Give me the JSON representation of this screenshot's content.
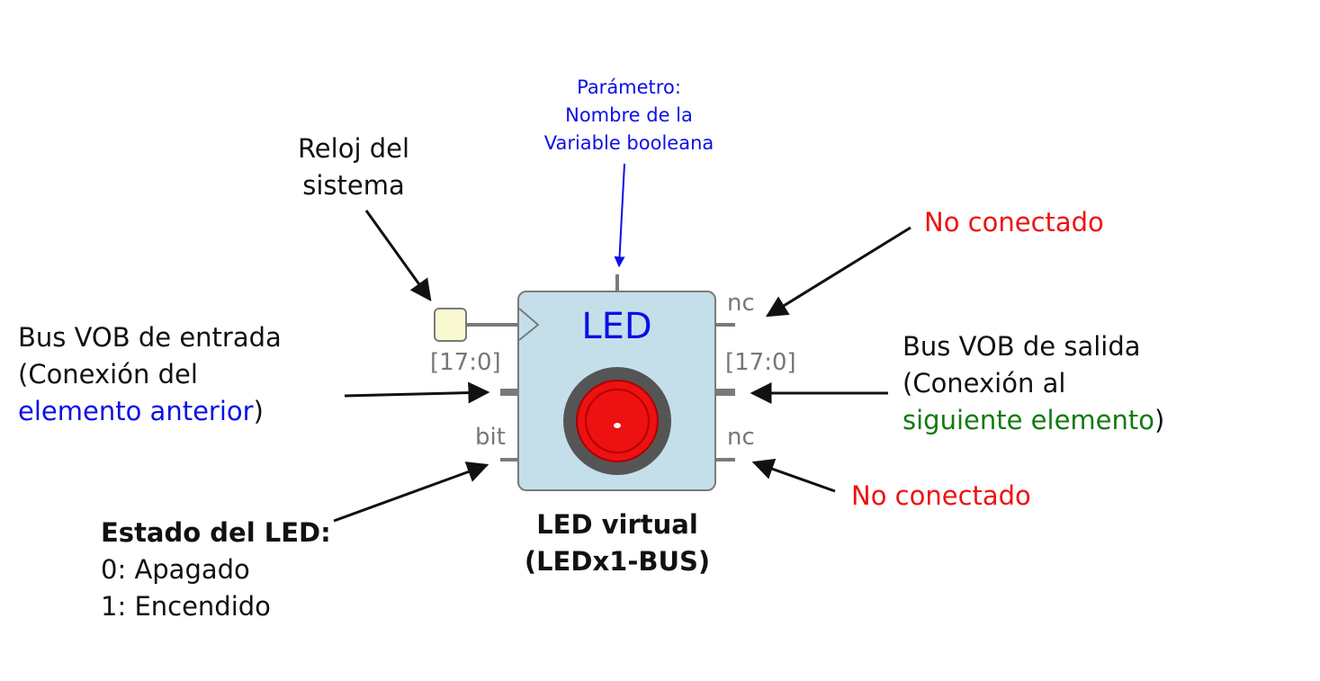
{
  "parameter": {
    "lines": [
      "Parámetro:",
      "Nombre de la",
      "Variable booleana"
    ]
  },
  "clock": {
    "lines": [
      "Reloj del",
      "sistema"
    ]
  },
  "no_connected_top": "No conectado",
  "no_connected_bottom": "No conectado",
  "bus_in": {
    "line1": "Bus VOB de entrada",
    "line2": "(Conexión del",
    "line3_colored": "elemento anterior",
    "line3_suffix": ")"
  },
  "bus_out": {
    "line1": "Bus VOB de salida",
    "line2": "(Conexión al",
    "line3_colored": "siguiente elemento",
    "line3_suffix": ")"
  },
  "led_state": {
    "title": "Estado del LED:",
    "off": "0: Apagado",
    "on": "1: Encendido"
  },
  "block": {
    "title": "LED",
    "name_line1": "LED virtual",
    "name_line2": "(LEDx1-BUS)",
    "pin_nc_top": "nc",
    "pin_bus_in": "[17:0]",
    "pin_bus_out": "[17:0]",
    "pin_bit": "bit",
    "pin_nc_bottom": "nc"
  },
  "colors": {
    "block_fill": "#c5dfea",
    "block_border": "#7a7a7a",
    "led_red": "#ee1111",
    "led_ring": "#555555",
    "clock_fill": "#fafad2",
    "link_blue": "#0a10e6",
    "link_green": "#117a11",
    "label_red": "#ee1111"
  }
}
